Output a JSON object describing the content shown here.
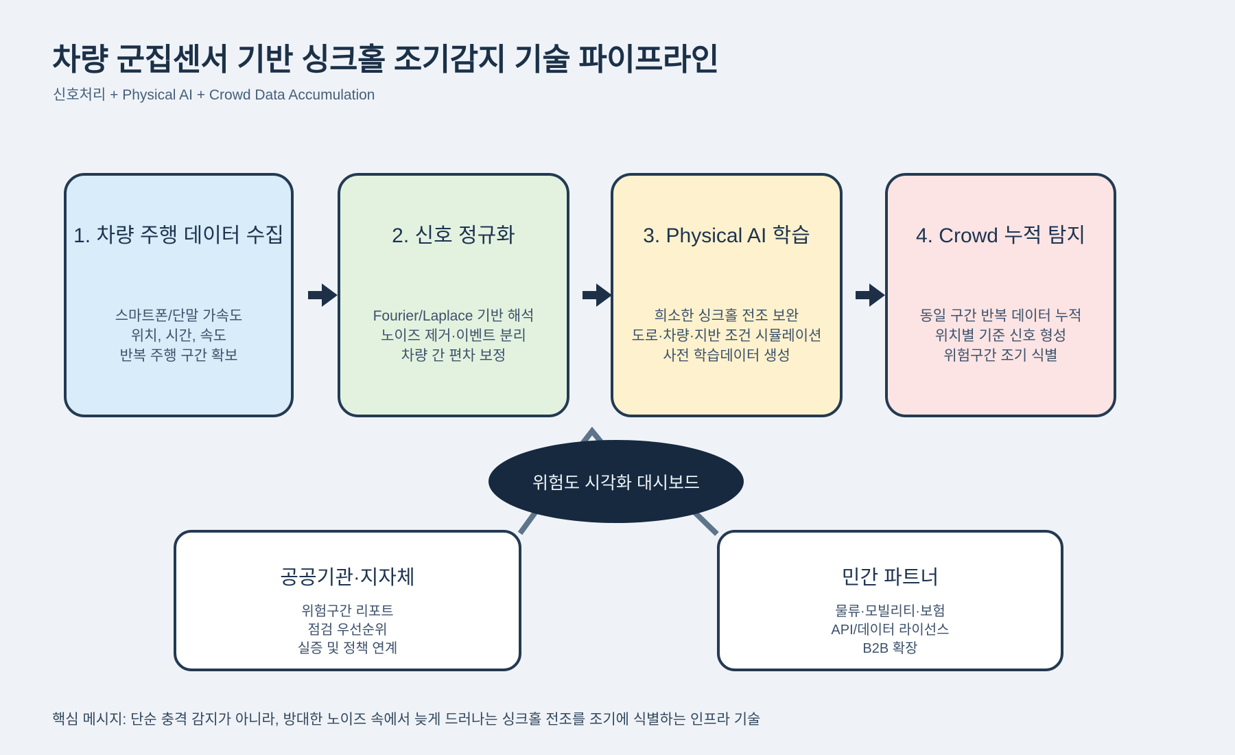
{
  "page": {
    "title": "차량 군집센서 기반 싱크홀 조기감지 기술 파이프라인",
    "subtitle": "신호처리 + Physical AI + Crowd Data Accumulation",
    "footer": "핵심 메시지: 단순 충격 감지가 아니라, 방대한 노이즈 속에서 늦게 드러나는 싱크홀 전조를 조기에 식별하는 인프라 기술"
  },
  "pipeline": {
    "steps": [
      {
        "title": "1. 차량 주행 데이터 수집",
        "lines": [
          "스마트폰/단말 가속도",
          "위치, 시간, 속도",
          "반복 주행 구간 확보"
        ],
        "fill": "#d8ecf9"
      },
      {
        "title": "2. 신호 정규화",
        "lines": [
          "Fourier/Laplace 기반 해석",
          "노이즈 제거·이벤트 분리",
          "차량 간 편차 보정"
        ],
        "fill": "#e3f2df"
      },
      {
        "title": "3. Physical AI 학습",
        "lines": [
          "희소한 싱크홀 전조 보완",
          "도로·차량·지반 조건 시뮬레이션",
          "사전 학습데이터 생성"
        ],
        "fill": "#fdf2cd"
      },
      {
        "title": "4. Crowd 누적 탐지",
        "lines": [
          "동일 구간 반복 데이터 누적",
          "위치별 기준 신호 형성",
          "위험구간 조기 식별"
        ],
        "fill": "#fbe4e3"
      }
    ]
  },
  "dashboard": {
    "label": "위험도 시각화 대시보드",
    "fill": "#16293f"
  },
  "outputs": [
    {
      "title": "공공기관·지자체",
      "lines": [
        "위험구간 리포트",
        "점검 우선순위",
        "실증 및 정책 연계"
      ]
    },
    {
      "title": "민간 파트너",
      "lines": [
        "물류·모빌리티·보험",
        "API/데이터 라이선스",
        "B2B 확장"
      ]
    }
  ],
  "colors": {
    "background": "#eff3f8",
    "box_border": "#243a52",
    "arrow": "#1d3047",
    "connector": "#5e7489",
    "title_text": "#1c3148",
    "subtitle_text": "#44607a",
    "body_text": "#3d516b",
    "dashboard_fill": "#16293f",
    "dashboard_text": "#eef3f8"
  }
}
